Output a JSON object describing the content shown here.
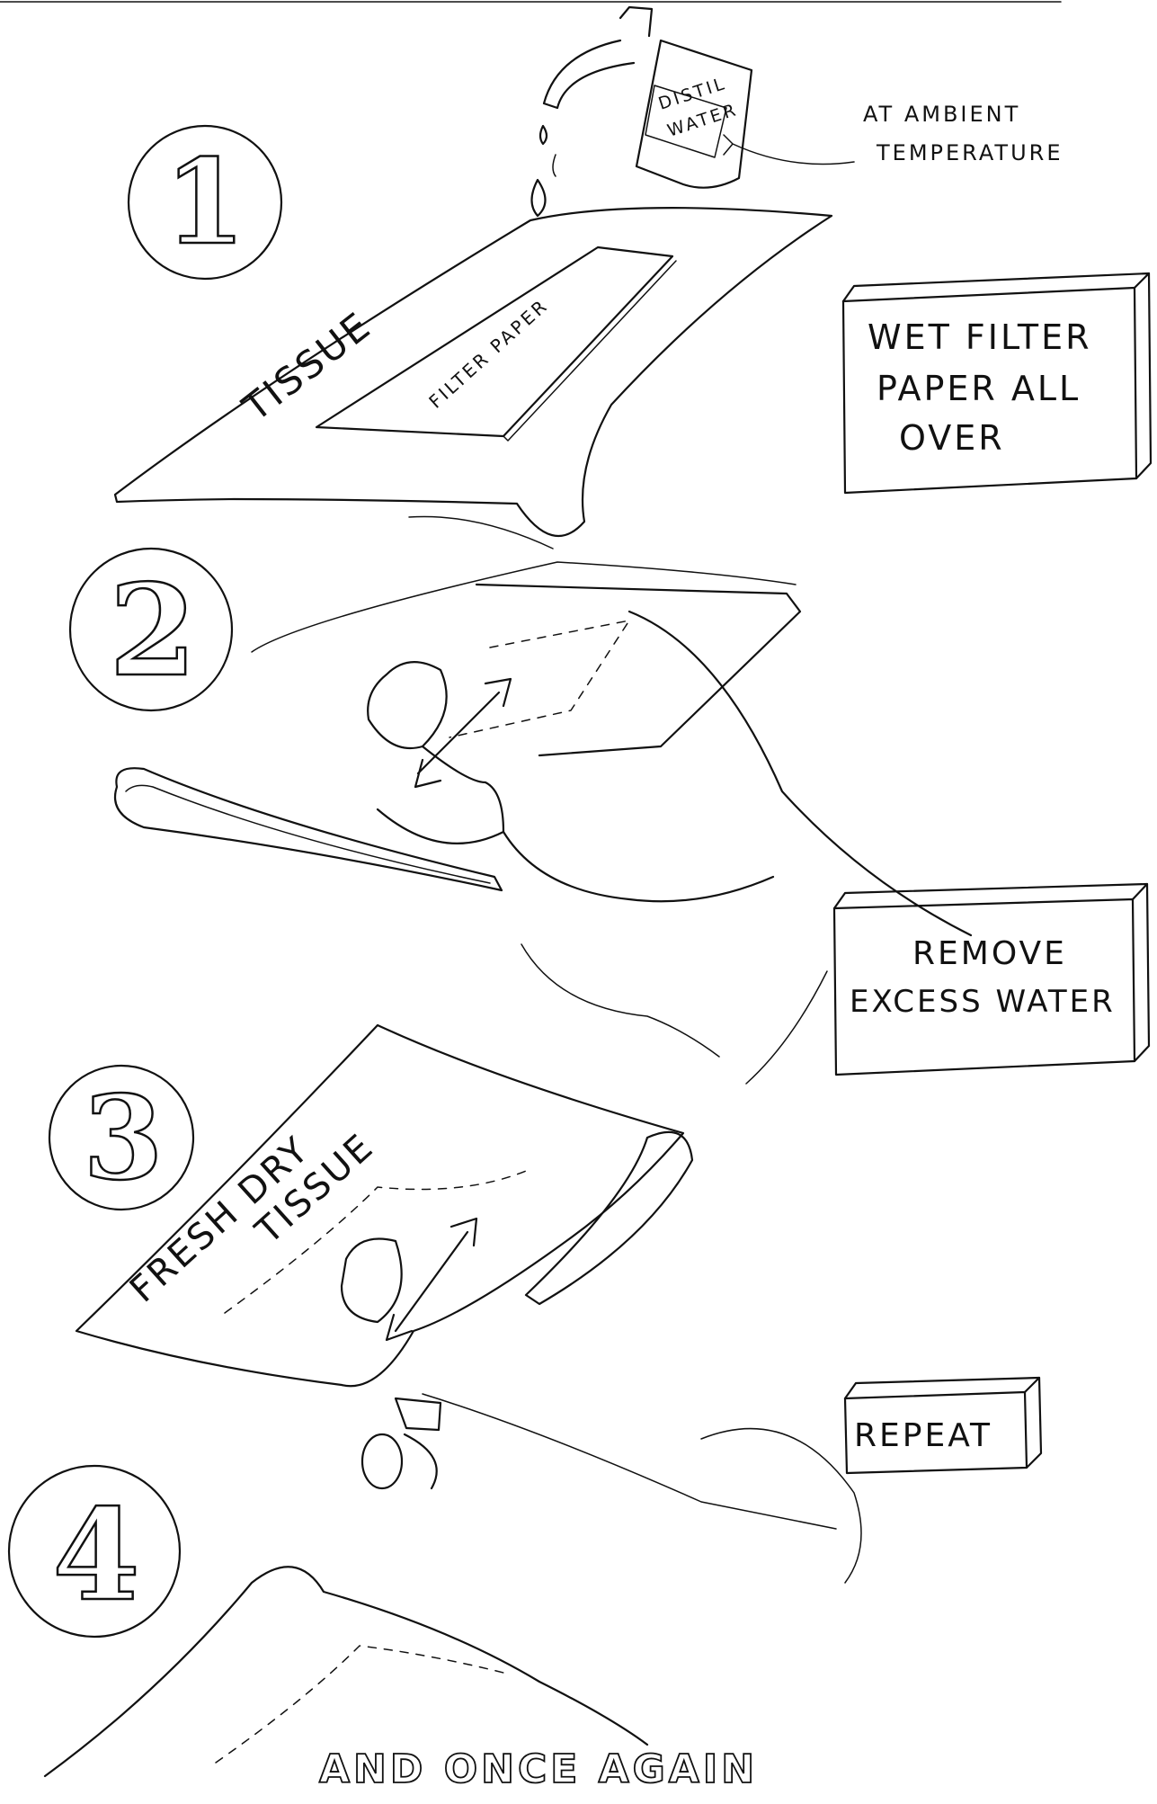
{
  "steps": [
    {
      "number": "1",
      "instruction_lines": [
        "WET FILTER",
        "PAPER ALL",
        "OVER"
      ]
    },
    {
      "number": "2",
      "instruction_lines": [
        "REMOVE",
        "EXCESS WATER"
      ]
    },
    {
      "number": "3",
      "instruction_lines": [
        "REPEAT"
      ]
    },
    {
      "number": "4",
      "instruction_lines": []
    }
  ],
  "labels": {
    "bottle_line1": "DISTIL",
    "bottle_line2": "WATER",
    "temperature_line1": "AT AMBIENT",
    "temperature_line2": "TEMPERATURE",
    "tissue": "TISSUE",
    "filter_paper": "FILTER PAPER",
    "fresh_dry": "FRESH DRY",
    "fresh_tissue": "TISSUE",
    "closing": "AND ONCE AGAIN"
  }
}
